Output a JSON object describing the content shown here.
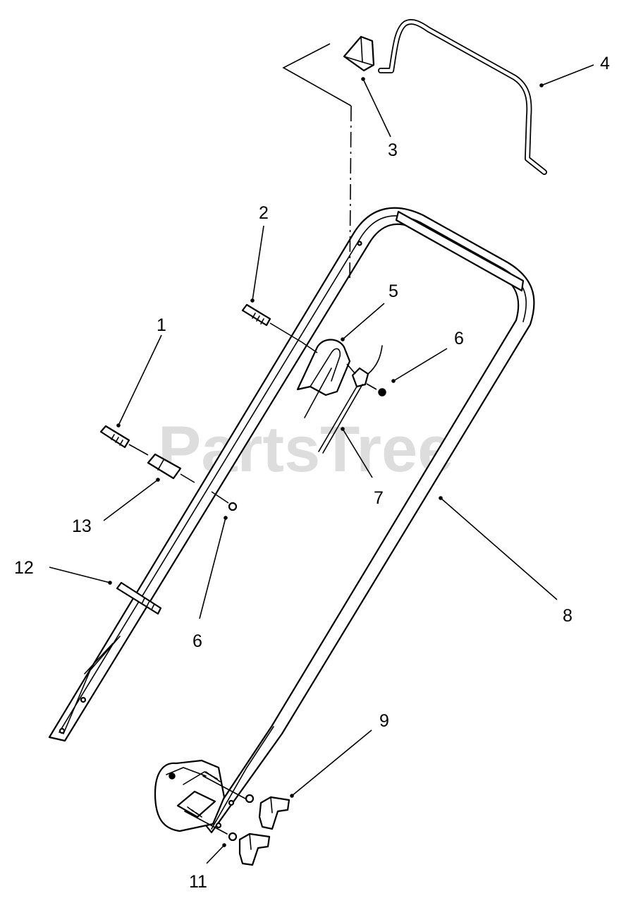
{
  "watermark": "PartsTree",
  "callouts": [
    "1",
    "2",
    "3",
    "4",
    "5",
    "6",
    "6",
    "7",
    "8",
    "9",
    "11",
    "12",
    "13"
  ],
  "colors": {
    "line": "#000000",
    "background": "#ffffff"
  }
}
